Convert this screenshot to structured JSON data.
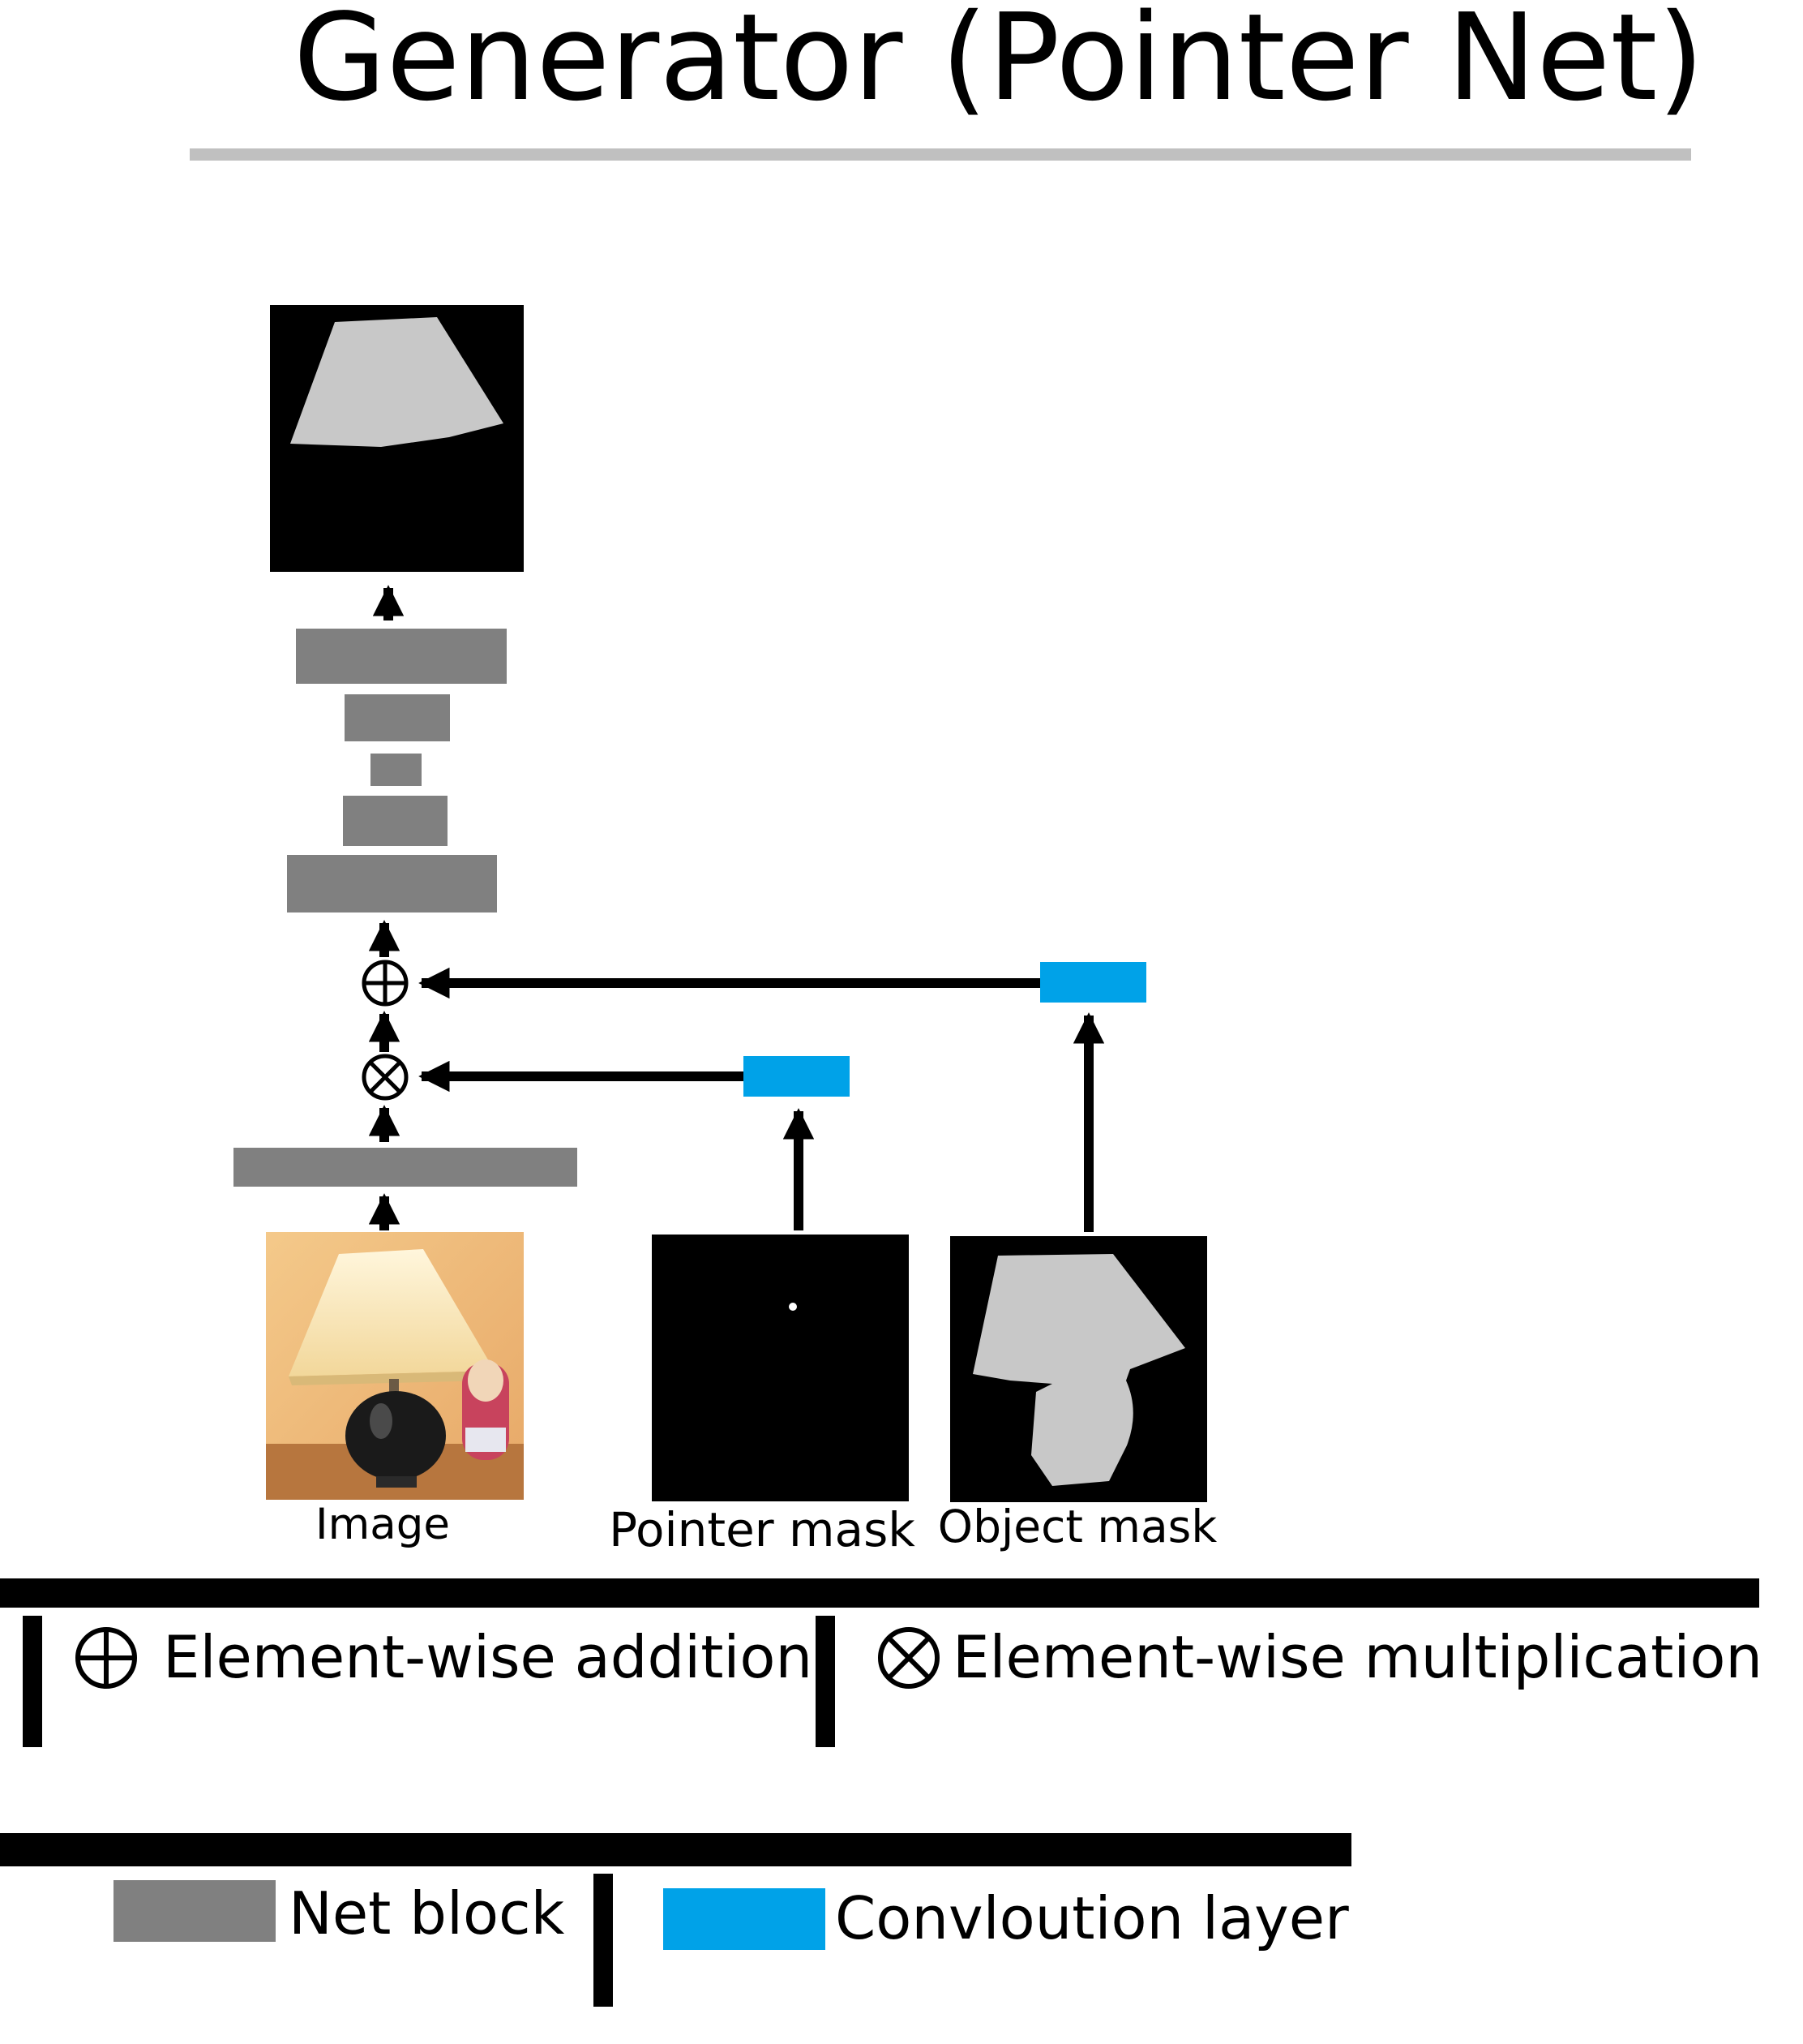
{
  "title": "Generator (Pointer Net)",
  "inputs": {
    "image_label": "Image",
    "pointer_mask_label": "Pointer mask",
    "object_mask_label": "Object mask"
  },
  "legend": {
    "addition_symbol": "⊕",
    "addition_label": "Element-wise addition",
    "multiplication_symbol": "⊗",
    "multiplication_label": "Element-wise multiplication",
    "net_block_label": "Net block",
    "conv_layer_label": "Convloution layer"
  },
  "colors": {
    "net_block": "#808080",
    "conv_layer": "#00a2e8",
    "mask_background": "#000000",
    "mask_object": "#c8c8c8",
    "title_rule": "#c0c0c0",
    "arrow": "#000000"
  }
}
